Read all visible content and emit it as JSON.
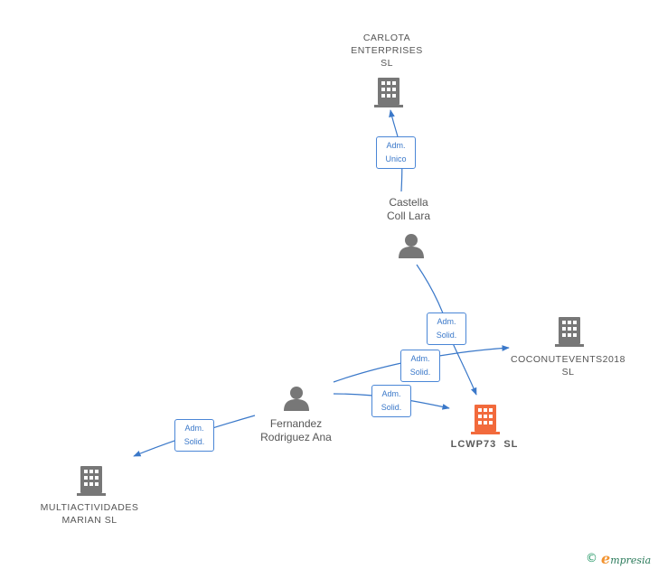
{
  "nodes": {
    "carlota": {
      "type": "company",
      "lines": [
        "CARLOTA",
        "ENTERPRISES",
        "SL"
      ]
    },
    "castella": {
      "type": "person",
      "lines": [
        "Castella",
        "Coll Lara"
      ]
    },
    "coconut": {
      "type": "company",
      "lines": [
        "COCONUTEVENTS2018",
        "SL"
      ]
    },
    "fernandez": {
      "type": "person",
      "lines": [
        "Fernandez",
        "Rodriguez Ana"
      ]
    },
    "lcwp73": {
      "type": "company-main",
      "lines": [
        "LCWP73  SL"
      ]
    },
    "multi": {
      "type": "company",
      "lines": [
        "MULTIACTIVIDADES",
        "MARIAN SL"
      ]
    }
  },
  "edges": [
    {
      "from": "castella",
      "to": "carlota",
      "lines": [
        "Adm.",
        "Unico"
      ]
    },
    {
      "from": "castella",
      "to": "lcwp73",
      "lines": [
        "Adm.",
        "Solid."
      ]
    },
    {
      "from": "fernandez",
      "to": "coconut",
      "lines": [
        "Adm.",
        "Solid."
      ]
    },
    {
      "from": "fernandez",
      "to": "lcwp73",
      "lines": [
        "Adm.",
        "Solid."
      ]
    },
    {
      "from": "fernandez",
      "to": "multi",
      "lines": [
        "Adm.",
        "Solid."
      ]
    }
  ],
  "colors": {
    "edge": "#3a78c9",
    "company_icon": "#777777",
    "person_icon": "#777777",
    "main_company_icon": "#f26a3c"
  },
  "footer": {
    "copyright": "©",
    "brand_initial": "e",
    "brand_rest": "mpresia"
  }
}
